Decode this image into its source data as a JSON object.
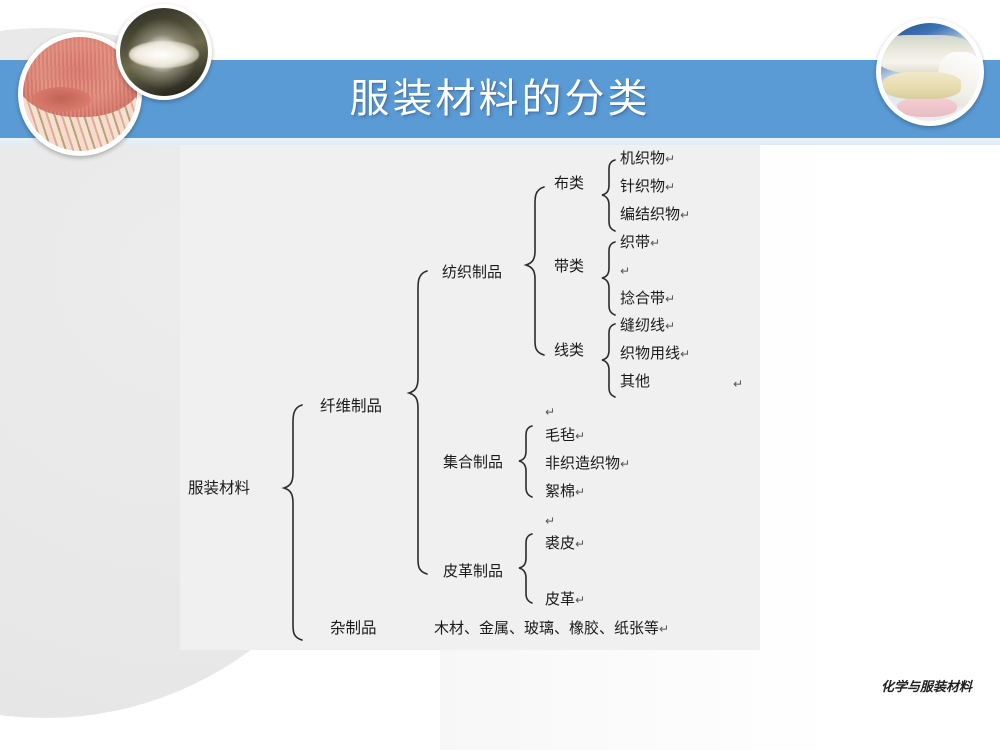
{
  "slide": {
    "title": "服装材料的分类",
    "footer": "化学与服装材料",
    "cr_mark": "↵",
    "colors": {
      "banner_blue": "#5b9bd5",
      "panel_gray": "#f0f0f0",
      "title_white": "#ffffff",
      "text_black": "#1a1a1a",
      "bg_circle_gray": "#e8e8e8"
    }
  },
  "decor": {
    "bubbles": [
      {
        "name": "pink-striped-fabric-photo"
      },
      {
        "name": "white-fiber-dark-photo"
      },
      {
        "name": "folded-pastel-fabric-photo"
      }
    ]
  },
  "chart_data": {
    "type": "tree",
    "title": "服装材料的分类",
    "root": "服装材料",
    "nodes": {
      "root": "服装材料",
      "level1": [
        "纤维制品",
        "杂制品"
      ],
      "level2": [
        "纺织制品",
        "集合制品",
        "皮革制品"
      ],
      "level3": [
        "布类",
        "带类",
        "线类"
      ]
    },
    "branches": [
      {
        "label": "纤维制品",
        "children": [
          {
            "label": "纺织制品",
            "children": [
              {
                "label": "布类",
                "leaves": [
                  "机织物",
                  "针织物",
                  "编结织物"
                ]
              },
              {
                "label": "带类",
                "leaves": [
                  "织带",
                  "",
                  "捻合带"
                ]
              },
              {
                "label": "线类",
                "leaves": [
                  "缝纫线",
                  "织物用线",
                  "其他"
                ]
              }
            ]
          },
          {
            "label": "集合制品",
            "leaves": [
              "毛毡",
              "非织造织物",
              "絮棉"
            ]
          },
          {
            "label": "皮革制品",
            "leaves": [
              "裘皮",
              "皮革"
            ]
          }
        ]
      },
      {
        "label": "杂制品",
        "leaves": [
          "木材、金属、玻璃、橡胶、纸张等"
        ]
      }
    ]
  },
  "labels": {
    "root": "服装材料",
    "fiber_products": "纤维制品",
    "misc_products": "杂制品",
    "textile_products": "纺织制品",
    "aggregate_products": "集合制品",
    "leather_products": "皮革制品",
    "cloth_class": "布类",
    "tape_class": "带类",
    "thread_class": "线类",
    "woven_fabric": "机织物",
    "knitted_fabric": "针织物",
    "braided_fabric": "编结织物",
    "woven_tape": "织带",
    "tape_blank": "",
    "twisted_tape": "捻合带",
    "sewing_thread": "缝纫线",
    "fabric_thread": "织物用线",
    "other_thread": "其他",
    "felt": "毛毡",
    "nonwoven": "非织造织物",
    "wadding": "絮棉",
    "fur": "裘皮",
    "leather": "皮革",
    "misc_list": "木材、金属、玻璃、橡胶、纸张等"
  }
}
